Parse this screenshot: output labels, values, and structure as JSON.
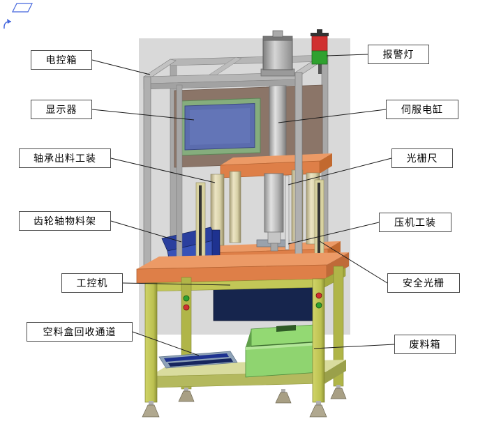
{
  "diagram": {
    "labels_left": [
      {
        "text": "电控箱"
      },
      {
        "text": "显示器"
      },
      {
        "text": "轴承出料工装"
      },
      {
        "text": "齿轮轴物料架"
      },
      {
        "text": "工控机"
      },
      {
        "text": "空料盒回收通道"
      }
    ],
    "labels_right": [
      {
        "text": "报警灯"
      },
      {
        "text": "伺服电缸"
      },
      {
        "text": "光栅尺"
      },
      {
        "text": "压机工装"
      },
      {
        "text": "安全光栅"
      },
      {
        "text": "废料箱"
      }
    ],
    "colors": {
      "backdrop": "#d9d9d9",
      "frame_aluminum": "#b0b0b0",
      "back_panel_brown": "#8b7568",
      "monitor_bezel_green": "#85ad7d",
      "monitor_screen_blue": "#5b6cae",
      "press_plate_orange": "#de7f48",
      "guide_column_beige": "#d8d1a8",
      "leg_olive": "#bcc150",
      "waste_box_green": "#8fd470",
      "rack_blue": "#2a3f9e",
      "alarm_red": "#d03030",
      "alarm_green": "#2fa12f",
      "label_border": "#4a4a4a",
      "leader_line": "#1a1a1a"
    },
    "icons": {
      "cad_view": "view-parallelogram-icon",
      "cad_rotate": "rotate-arrow-icon"
    }
  }
}
